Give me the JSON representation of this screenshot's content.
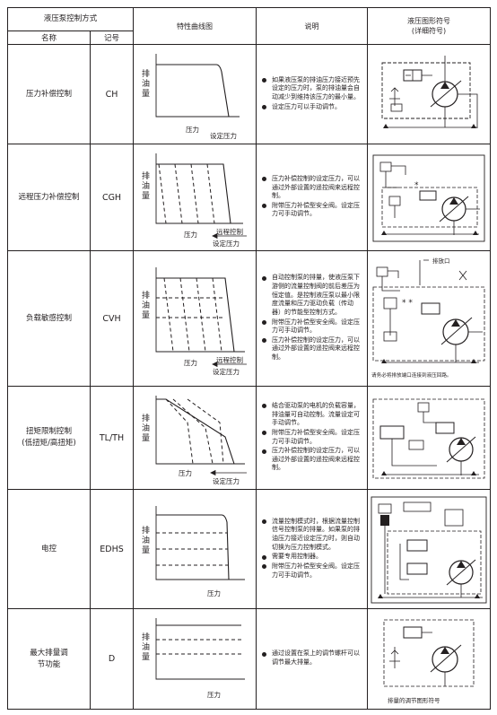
{
  "header": {
    "method": "液压泵控制方式",
    "name": "名称",
    "code": "记号",
    "curve": "特性曲线图",
    "explanation": "说明",
    "symbol_line1": "液压图形符号",
    "symbol_line2": "(详细符号)"
  },
  "rows": [
    {
      "name": "压力补偿控制",
      "code": "CH",
      "chart": {
        "y_axis": [
          "排",
          "油",
          "量"
        ],
        "x_label": "压力",
        "set_label": "设定压力"
      },
      "notes": [
        "如果液压泵的排油压力接近预先设定的压力时，泵的排油量会自动减少到维持该压力的最小量。",
        "设定压力可以手动调节。"
      ]
    },
    {
      "name": "远程压力补偿控制",
      "code": "CGH",
      "chart": {
        "y_axis": [
          "排",
          "油",
          "量"
        ],
        "x_label": "压力",
        "remote_label": "远程控制",
        "set_label": "设定压力"
      },
      "notes": [
        "压力补偿控制的设定压力，可以通过外部设置的遥控阀来远程控制。",
        "附带压力补偿型安全阀。设定压力可手动调节。"
      ]
    },
    {
      "name": "负载敏感控制",
      "code": "CVH",
      "chart": {
        "y_axis": [
          "排",
          "油",
          "量"
        ],
        "x_label": "压力",
        "remote_label": "远程控制",
        "set_label": "设定压力"
      },
      "notes": [
        "自动控制泵的排量，使液压泵下游侧的流量控制阀的前后差压为恒定值。是控制液压泵以最小限度流量和压力驱动负载（传动器）的节能型控制方式。",
        "附带压力补偿型安全阀。设定压力可手动调节。",
        "压力补偿控制的设定压力，可以通过外部设置的遥控阀来远程控制。"
      ],
      "drain_label": "排放口",
      "symbol_note": "请务必将排放端口连接到液压回路。"
    },
    {
      "name": "扭矩限制控制\n(低扭矩/高扭矩)",
      "code": "TL/TH",
      "chart": {
        "y_axis": [
          "排",
          "油",
          "量"
        ],
        "x_label": "压力",
        "set_label": "设定压力"
      },
      "notes": [
        "结合驱动泵的电机的负载容量，排油量可自动控制。流量设定可手动调节。",
        "附带压力补偿型安全阀。设定压力可手动调节。",
        "压力补偿控制的设定压力，可以通过外部设置的遥控阀来远程控制。"
      ]
    },
    {
      "name": "电控",
      "code": "EDHS",
      "chart": {
        "y_axis": [
          "排",
          "油",
          "量"
        ],
        "x_label": "压力"
      },
      "notes": [
        "流量控制模式时，根据流量控制信号控制泵的排量。如果泵的排油压力接近设定压力时，则自动切换为压力控制模式。",
        "需要专用控制器。",
        "附带压力补偿型安全阀。设定压力可手动调节。"
      ]
    },
    {
      "name": "最大排量调\n节功能",
      "code": "D",
      "chart": {
        "y_axis": [
          "排",
          "油",
          "量"
        ],
        "x_label": "压力"
      },
      "notes": [
        "通过设置在泵上的调节螺杆可以调节最大排量。"
      ],
      "symbol_note": "排量的调节图形符号"
    }
  ]
}
